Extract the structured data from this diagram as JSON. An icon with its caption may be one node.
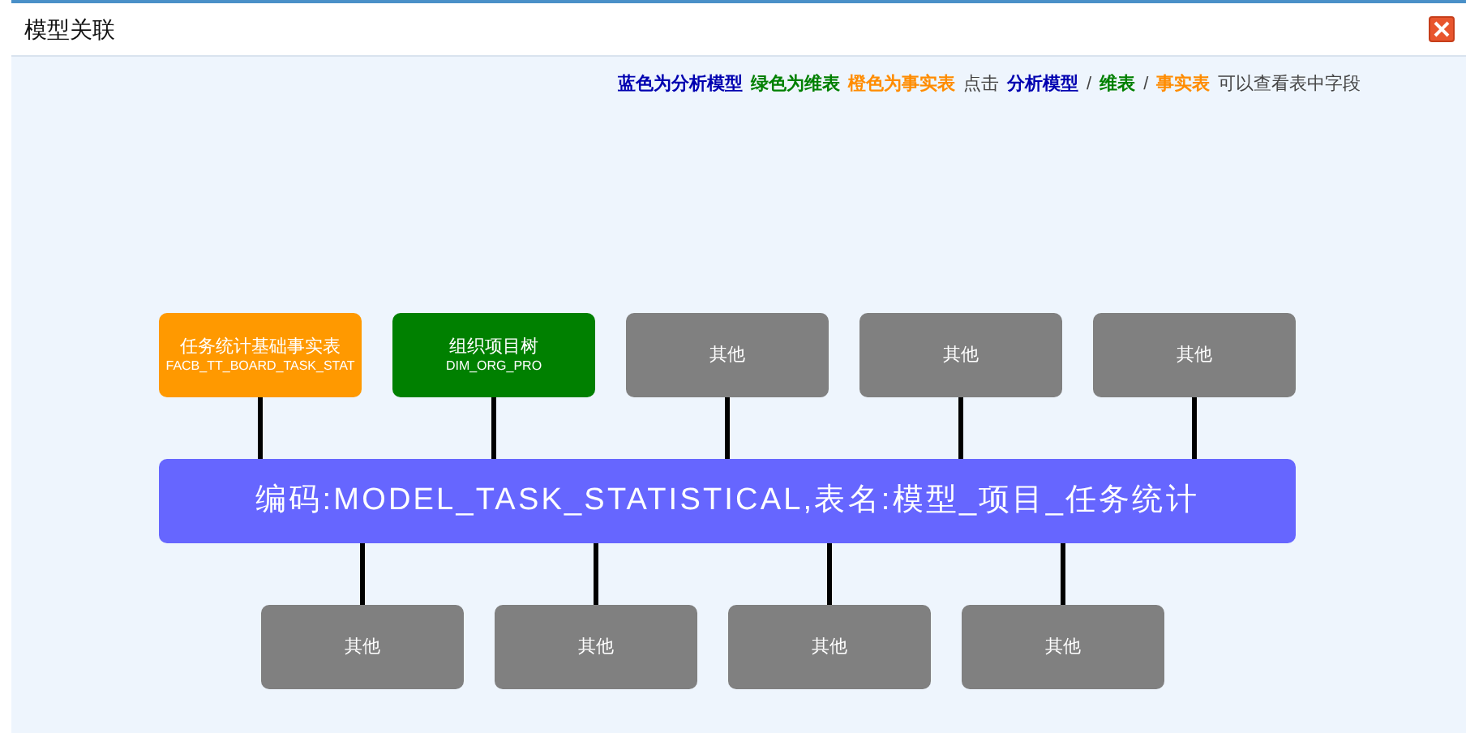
{
  "diagram": {
    "title": "模型关联",
    "nodes": [
      {
        "text": [
          "任务统计基础事实表",
          "FACB_TT_BOARD_TASK_STAT"
        ]
      },
      {
        "text": [
          "组织项目树",
          "DIM_ORG_PRO"
        ]
      },
      {
        "text": [
          "其他"
        ]
      },
      {
        "text": [
          "其他"
        ]
      },
      {
        "text": [
          "其他"
        ]
      },
      {
        "text": [
          "编码:MODEL_TASK_STATISTICAL,表名:模型_项目_任务统计"
        ]
      },
      {
        "text": [
          "其他"
        ]
      },
      {
        "text": [
          "其他"
        ]
      },
      {
        "text": [
          "其他"
        ]
      },
      {
        "text": [
          "其他"
        ]
      }
    ],
    "edges": [
      {
        "from": 0,
        "to": 5,
        "arrow": "none"
      },
      {
        "from": 1,
        "to": 5,
        "arrow": "none"
      },
      {
        "from": 2,
        "to": 5,
        "arrow": "none"
      },
      {
        "from": 3,
        "to": 5,
        "arrow": "none"
      },
      {
        "from": 4,
        "to": 5,
        "arrow": "none"
      },
      {
        "from": 5,
        "to": 6,
        "arrow": "none"
      },
      {
        "from": 5,
        "to": 7,
        "arrow": "none"
      },
      {
        "from": 5,
        "to": 8,
        "arrow": "none"
      },
      {
        "from": 5,
        "to": 9,
        "arrow": "none"
      }
    ],
    "labels": [
      "蓝色为分析模型",
      "绿色为维表",
      "橙色为事实表",
      "点击",
      "分析模型",
      "/",
      "维表",
      "/",
      "事实表",
      "可以查看表中字段"
    ]
  }
}
